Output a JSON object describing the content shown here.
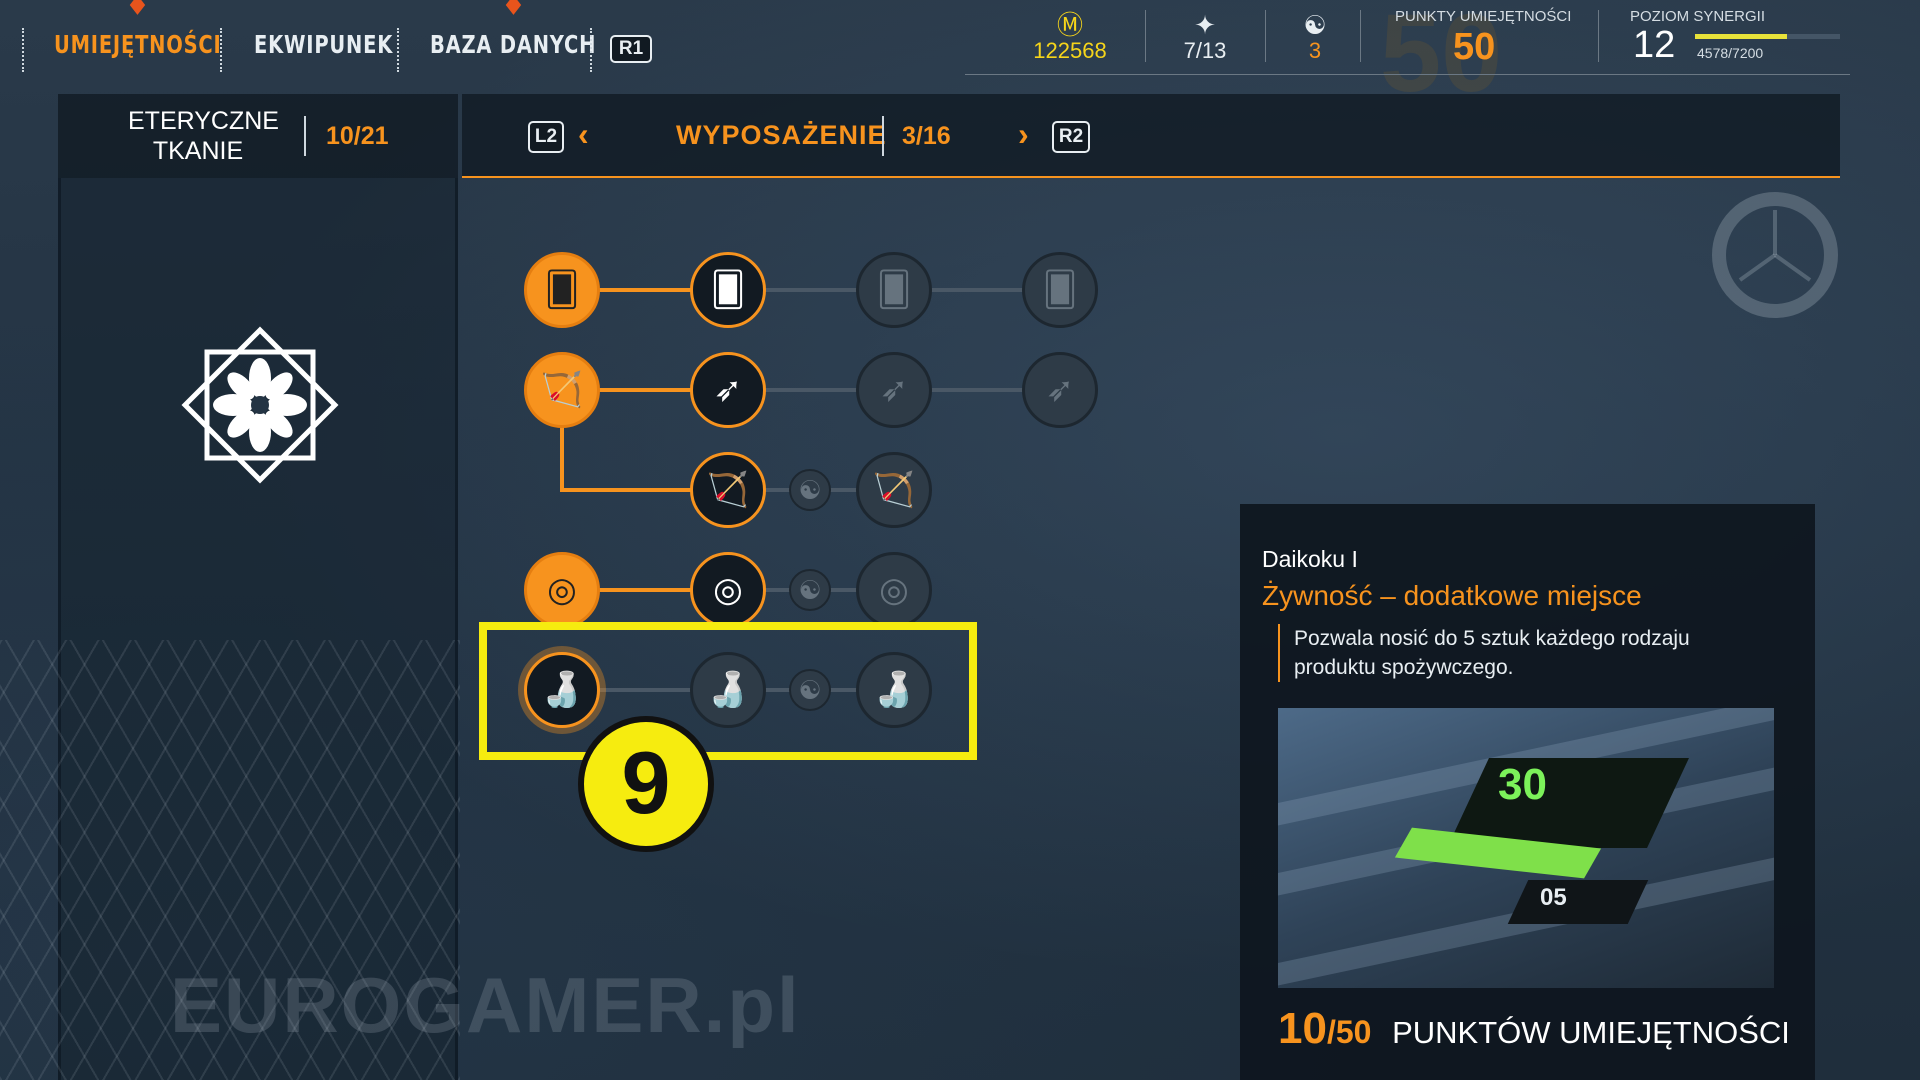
{
  "nav": {
    "tabs": [
      {
        "label": "UMIEJĘTNOŚCI",
        "active": true
      },
      {
        "label": "EKWIPUNEK",
        "active": false
      },
      {
        "label": "BAZA DANYCH",
        "active": false
      }
    ],
    "next_button": "R1"
  },
  "stats": {
    "currency_icon": "mon-icon",
    "currency": "122568",
    "spirits": "7/13",
    "yin_yang": "3",
    "skill_points_label": "PUNKTY UMIEJĘTNOŚCI",
    "skill_points": "50",
    "synergy_label": "POZIOM SYNERGII",
    "synergy_level": "12",
    "synergy_xp": "4578/7200",
    "synergy_progress": 0.636
  },
  "section": {
    "title": "ETERYCZNE TKANIE",
    "count": "10/21",
    "prev_button": "L2",
    "category": "WYPOSAŻENIE",
    "category_count": "3/16",
    "next_button": "R2"
  },
  "highlight_number": "9",
  "info": {
    "name": "Daikoku I",
    "subtitle": "Żywność – dodatkowe miejsce",
    "description": "Pozwala nosić do 5 sztuk każdego rodzaju produktu spożywczego.",
    "preview_value1": "30",
    "preview_value2": "05",
    "points_current": "10",
    "points_total": "50",
    "points_label": "PUNKTÓW UMIEJĘTNOŚCI"
  },
  "watermark": "EUROGAMER.pl",
  "colors": {
    "accent": "#f7931e",
    "highlight": "#f6ec0f"
  }
}
